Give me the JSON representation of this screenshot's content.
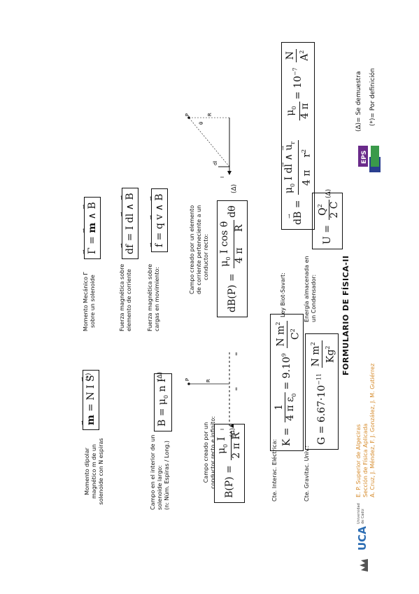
{
  "header": {
    "university_logo": "UCA",
    "university_sub": "Universidad de Cádiz",
    "line1": "E. P. Superior de Algeciras",
    "line2": "Sección de Física Aplicada",
    "line3": "A. Cruz, J. Méndez, F. J. González, J. M. Gutiérrez",
    "eps_logo": "EPS"
  },
  "title": "FORMULARIO DE FÍSICA-II",
  "legend": {
    "demuestra": "(Δ)= Se demuestra",
    "definicion": "(*)= Por definición"
  },
  "markers": {
    "delta": "(Δ)",
    "star": "(*)"
  },
  "labels": {
    "grav": "Cte. Gravitac. Univ.:",
    "elec": "Cte. Interac. Eléctrica:",
    "energia_1": "Energía almacenada en",
    "energia_2": "un Condensador:",
    "biot": "Ley Biot-Savart:",
    "campo_recto_1": "Campo creado por un",
    "campo_recto_2": "conductor recto e infinito:",
    "campo_elem_1": "Campo creado por un elemento",
    "campo_elem_2": "de corriente perteneciente a un",
    "campo_elem_3": "conductor recto:",
    "solenoide_1": "Campo en el interior de un",
    "solenoide_2": "solenoide largo:",
    "solenoide_3": "(n: Núm. Espiras / Long.)",
    "fuerza_cargas_1": "Fuerza magnética sobre",
    "fuerza_cargas_2": "cargas en movimiento:",
    "fuerza_elem_1": "Fuerza magnética sobre",
    "fuerza_elem_2": "elemento de corriente",
    "dipolar_1": "Momento dipolar",
    "dipolar_2": "magnético m de un",
    "dipolar_3": "solenoide con N espiras",
    "mecanico_1": "Momento Mecánico Γ",
    "mecanico_2": "sobre un solenoide"
  },
  "diagram1": {
    "I": "I",
    "P": "P",
    "R": "R",
    "inf": "∞"
  },
  "diagram2": {
    "I": "I",
    "P": "P",
    "R": "R",
    "theta": "θ",
    "dl": "dl"
  }
}
